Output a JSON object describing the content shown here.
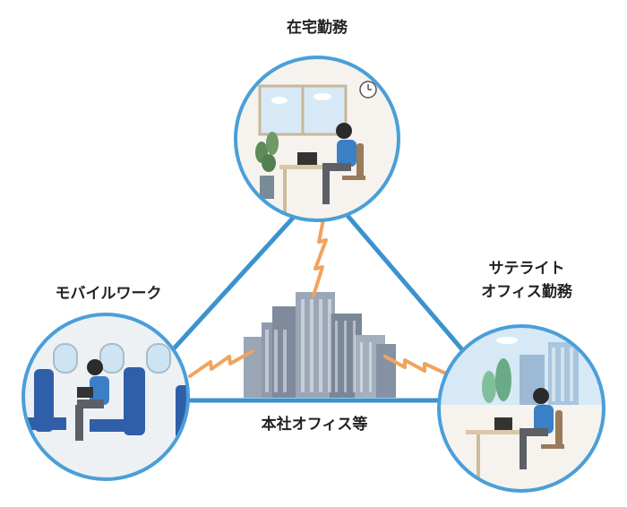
{
  "nodes": {
    "home": {
      "label": "在宅勤務"
    },
    "mobile": {
      "label": "モバイルワーク"
    },
    "satellite": {
      "label_line1": "サテライト",
      "label_line2": "オフィス勤務"
    },
    "hq": {
      "label": "本社オフィス等"
    }
  },
  "colors": {
    "triangle_line": "#3a93cf",
    "circle_border": "#4a9fd8",
    "bolt": "#f0a45e",
    "building": "#8f9bab",
    "building_dark": "#6f7c8e",
    "shirt": "#3b7fc4",
    "pants": "#5c5f66",
    "seat": "#2f5fa8",
    "sky": "#cfe4f3"
  }
}
